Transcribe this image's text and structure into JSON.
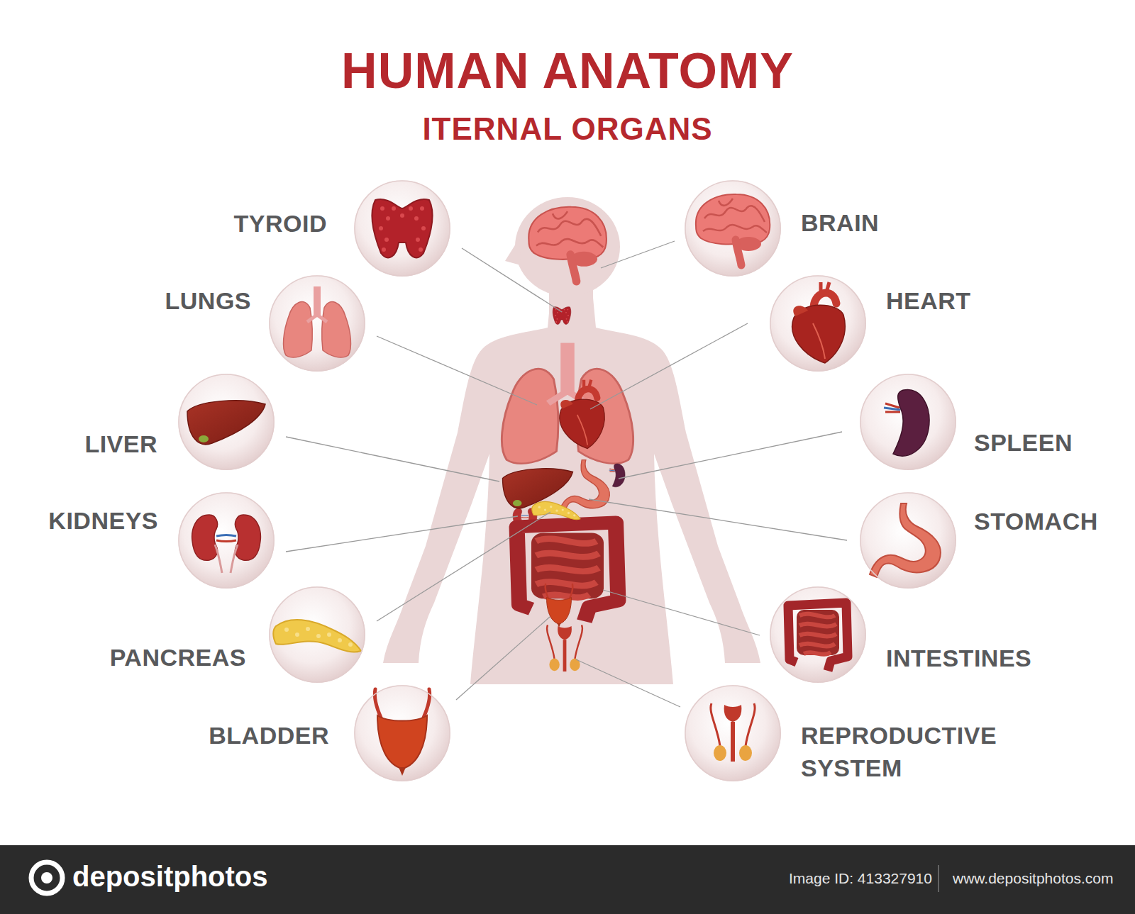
{
  "diagram": {
    "title": "HUMAN ANATOMY",
    "nodes": [
      {
        "text": [
          "TYROID"
        ]
      },
      {
        "text": [
          "BRAIN"
        ]
      },
      {
        "text": [
          "LUNGS"
        ]
      },
      {
        "text": [
          "HEART"
        ]
      },
      {
        "text": [
          "LIVER"
        ]
      },
      {
        "text": [
          "SPLEEN"
        ]
      },
      {
        "text": [
          "KIDNEYS"
        ]
      },
      {
        "text": [
          "STOMACH"
        ]
      },
      {
        "text": [
          "PANCREAS"
        ]
      },
      {
        "text": [
          "INTESTINES"
        ]
      },
      {
        "text": [
          "BLADDER"
        ]
      },
      {
        "text": [
          "REPRODUCTIVE SYSTEM"
        ]
      }
    ],
    "labels": [
      "ITERNAL ORGANS",
      "depositphotos",
      "Image ID: 413327910",
      "www.depositphotos.com"
    ]
  }
}
